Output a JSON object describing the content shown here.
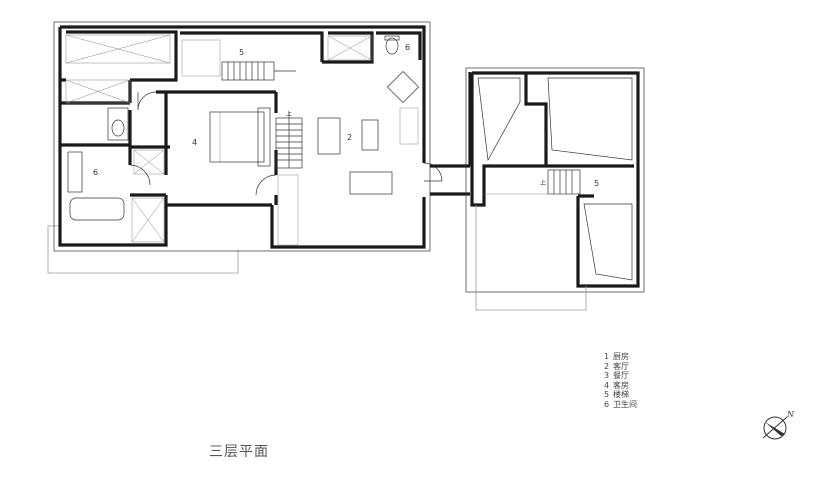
{
  "title": "三层平面",
  "legend": [
    {
      "num": "1",
      "label": "厨房"
    },
    {
      "num": "2",
      "label": "客厅"
    },
    {
      "num": "3",
      "label": "餐厅"
    },
    {
      "num": "4",
      "label": "客房"
    },
    {
      "num": "5",
      "label": "楼梯"
    },
    {
      "num": "6",
      "label": "卫生间"
    }
  ],
  "plan_labels": {
    "stair_main": "5",
    "bath_top": "6",
    "living": "2",
    "guest_room": "4",
    "bath_left": "6",
    "stair_annex": "5"
  },
  "stair_marks": {
    "up": "上"
  },
  "north_label": "N"
}
